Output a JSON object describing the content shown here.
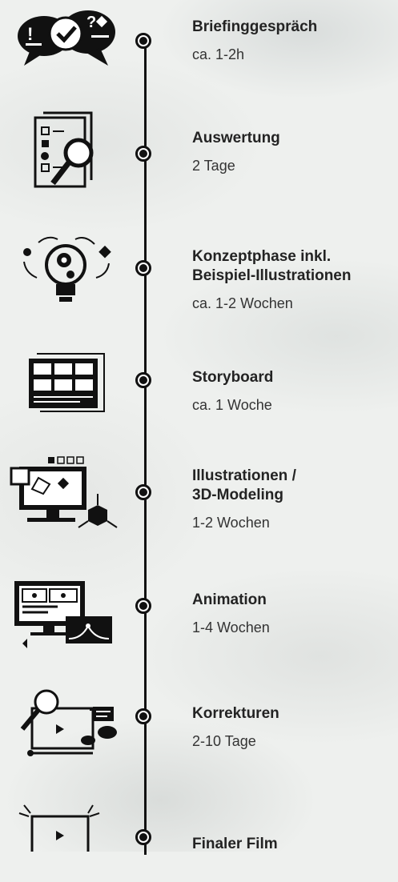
{
  "steps": [
    {
      "id": "briefing",
      "title": "Briefinggespräch",
      "duration": "ca. 1-2h",
      "icon": "speech-bubbles-check-icon"
    },
    {
      "id": "auswertung",
      "title": "Auswertung",
      "duration": "2 Tage",
      "icon": "checklist-magnifier-icon"
    },
    {
      "id": "konzept",
      "title": "Konzeptphase inkl.\nBeispiel-Illustrationen",
      "duration": "ca. 1-2 Wochen",
      "icon": "lightbulb-gears-icon"
    },
    {
      "id": "storyboard",
      "title": "Storyboard",
      "duration": "ca. 1 Woche",
      "icon": "storyboard-panels-icon"
    },
    {
      "id": "illustrationen",
      "title": "Illustrationen /\n3D-Modeling",
      "duration": "1-2 Wochen",
      "icon": "monitor-3d-modeling-icon"
    },
    {
      "id": "animation",
      "title": "Animation",
      "duration": "1-4 Wochen",
      "icon": "monitor-curve-editor-icon"
    },
    {
      "id": "korrekturen",
      "title": "Korrekturen",
      "duration": "2-10 Tage",
      "icon": "video-magnifier-comments-icon"
    },
    {
      "id": "final",
      "title": "Finaler Film",
      "duration": "",
      "icon": "play-screen-icon"
    }
  ],
  "colors": {
    "line": "#111111",
    "text": "#232323",
    "background": "#eef0ee"
  }
}
